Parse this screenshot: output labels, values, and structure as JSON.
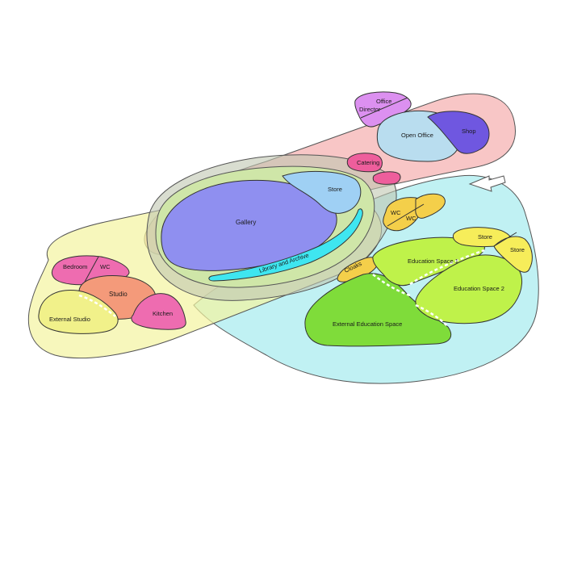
{
  "colors": {
    "admin_zone": "#f6b8b8",
    "public_zone": "#b9f0f2",
    "artist_zone": "#f4f4a0",
    "gallery_zone": "#cfe6a8",
    "gallery": "#8f8ff0",
    "store": "#9fd0f4",
    "library": "#3fe6f0",
    "catering": "#ee5e9c",
    "wc_public": "#f4cf4a",
    "office": "#dc90f0",
    "open_office": "#b9ddef",
    "shop": "#6f57e0",
    "bedroom": "#ee6cb0",
    "studio": "#f49a7a",
    "external_studio": "#f1f18a",
    "kitchen": "#ee6cb0",
    "education": "#bff24a",
    "external_education": "#7fdc3a",
    "cloaks": "#f4cf4a",
    "edu_store": "#f6ed5a",
    "outline": "#555555"
  },
  "labels": {
    "office": "Office",
    "director": "Director",
    "open_office": "Open Office",
    "shop": "Shop",
    "catering": "Catering",
    "store": "Store",
    "gallery": "Gallery",
    "library": "Library and Archive",
    "wc_1": "WC",
    "wc_2": "WC",
    "bedroom": "Bedroom",
    "wc_bedroom": "WC",
    "studio": "Studio",
    "external_studio": "External Studio",
    "kitchen": "Kitchen",
    "cloaks": "Cloaks",
    "education_space_1": "Education Space 1",
    "education_space_2": "Education Space 2",
    "external_education_space": "External Education Space",
    "store_1": "Store",
    "store_2": "Store"
  },
  "icons": {
    "entrance_arrow": "arrow-left-icon"
  }
}
